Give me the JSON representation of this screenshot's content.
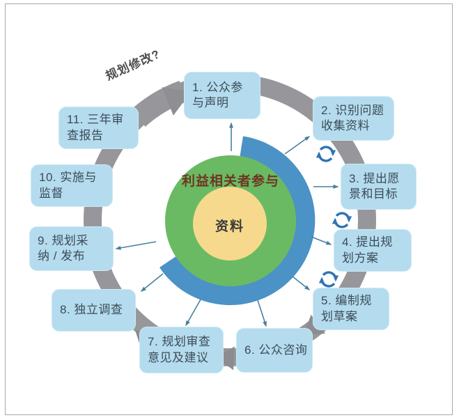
{
  "diagram": {
    "title_hint": "planning-cycle-diagram",
    "annotation": "规划修改?",
    "center": {
      "ring_label": "利益相关者参与",
      "core_label": "资料"
    },
    "steps": [
      {
        "id": 1,
        "label": "1. 公众参\n与声明"
      },
      {
        "id": 2,
        "label": "2. 识别问题\n收集资料"
      },
      {
        "id": 3,
        "label": "3. 提出愿\n景和目标"
      },
      {
        "id": 4,
        "label": "4. 提出规\n划方案"
      },
      {
        "id": 5,
        "label": "5. 编制规\n划草案"
      },
      {
        "id": 6,
        "label": "6. 公众咨询"
      },
      {
        "id": 7,
        "label": "7. 规划审查\n意见及建议"
      },
      {
        "id": 8,
        "label": "8. 独立调查"
      },
      {
        "id": 9,
        "label": "9. 规划采\n纳 / 发布"
      },
      {
        "id": 10,
        "label": "10. 实施与\n监督"
      },
      {
        "id": 11,
        "label": "11. 三年审\n查报告"
      }
    ],
    "colors": {
      "box_fill": "#b4dcee",
      "box_text": "#3c4b57",
      "ring_gray": "#97979b",
      "disc_blue": "#4b92c6",
      "disc_green": "#6aba64",
      "disc_yellow": "#f6d98d",
      "ring_label_text": "#6f3523",
      "core_label_text": "#3a3a3a",
      "spoke_arrow": "#47809e",
      "cycle_icon": "#2f74b2",
      "annotation_text": "#4d4d4d",
      "frame_border": "#a8a8aa"
    }
  }
}
